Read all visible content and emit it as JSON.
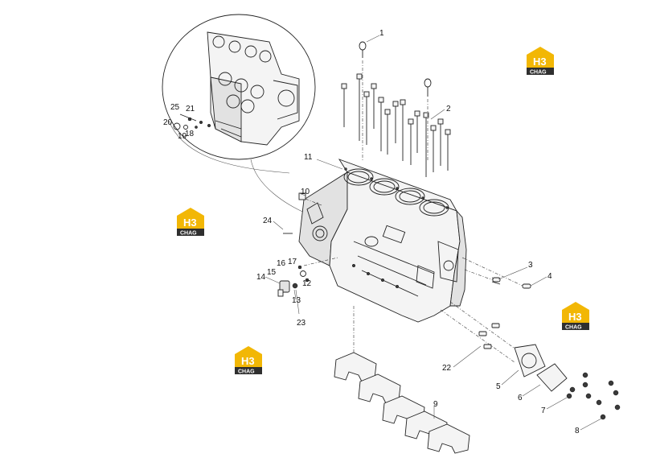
{
  "watermark": {
    "line1": "H3",
    "line2": "CHAG",
    "roof_color": "#f2b705",
    "bar_color": "#2f2f2f"
  },
  "callouts": {
    "c1": "1",
    "c2": "2",
    "c3": "3",
    "c4": "4",
    "c5": "5",
    "c6": "6",
    "c7": "7",
    "c8": "8",
    "c9": "9",
    "c10": "10",
    "c11": "11",
    "c12": "12",
    "c13": "13",
    "c14": "14",
    "c15": "15",
    "c16": "16",
    "c17": "17",
    "c18": "18",
    "c19": "19",
    "c20": "20",
    "c21": "21",
    "c22": "22",
    "c23": "23",
    "c24": "24",
    "c25": "25"
  }
}
